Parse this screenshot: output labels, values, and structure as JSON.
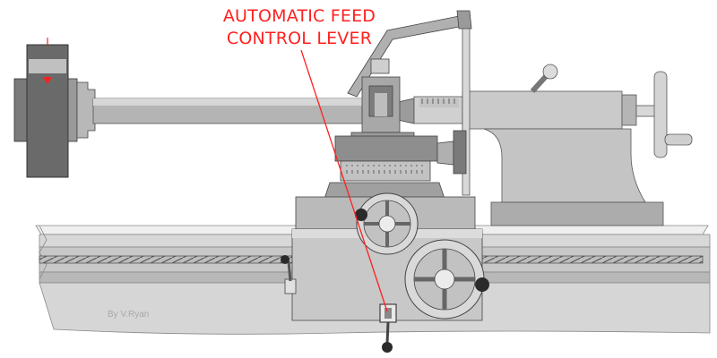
{
  "labels": {
    "callout_line1": "AUTOMATIC FEED",
    "callout_line2": "CONTROL LEVER",
    "credit": "By V.Ryan"
  },
  "colors": {
    "metal_light": "#d0d0d0",
    "metal_mid": "#a6a6a6",
    "metal_dark": "#6e6e6e",
    "chuck_dark": "#5a5a5a",
    "callout_red": "#ff2020",
    "knob_black": "#2a2a2a"
  }
}
